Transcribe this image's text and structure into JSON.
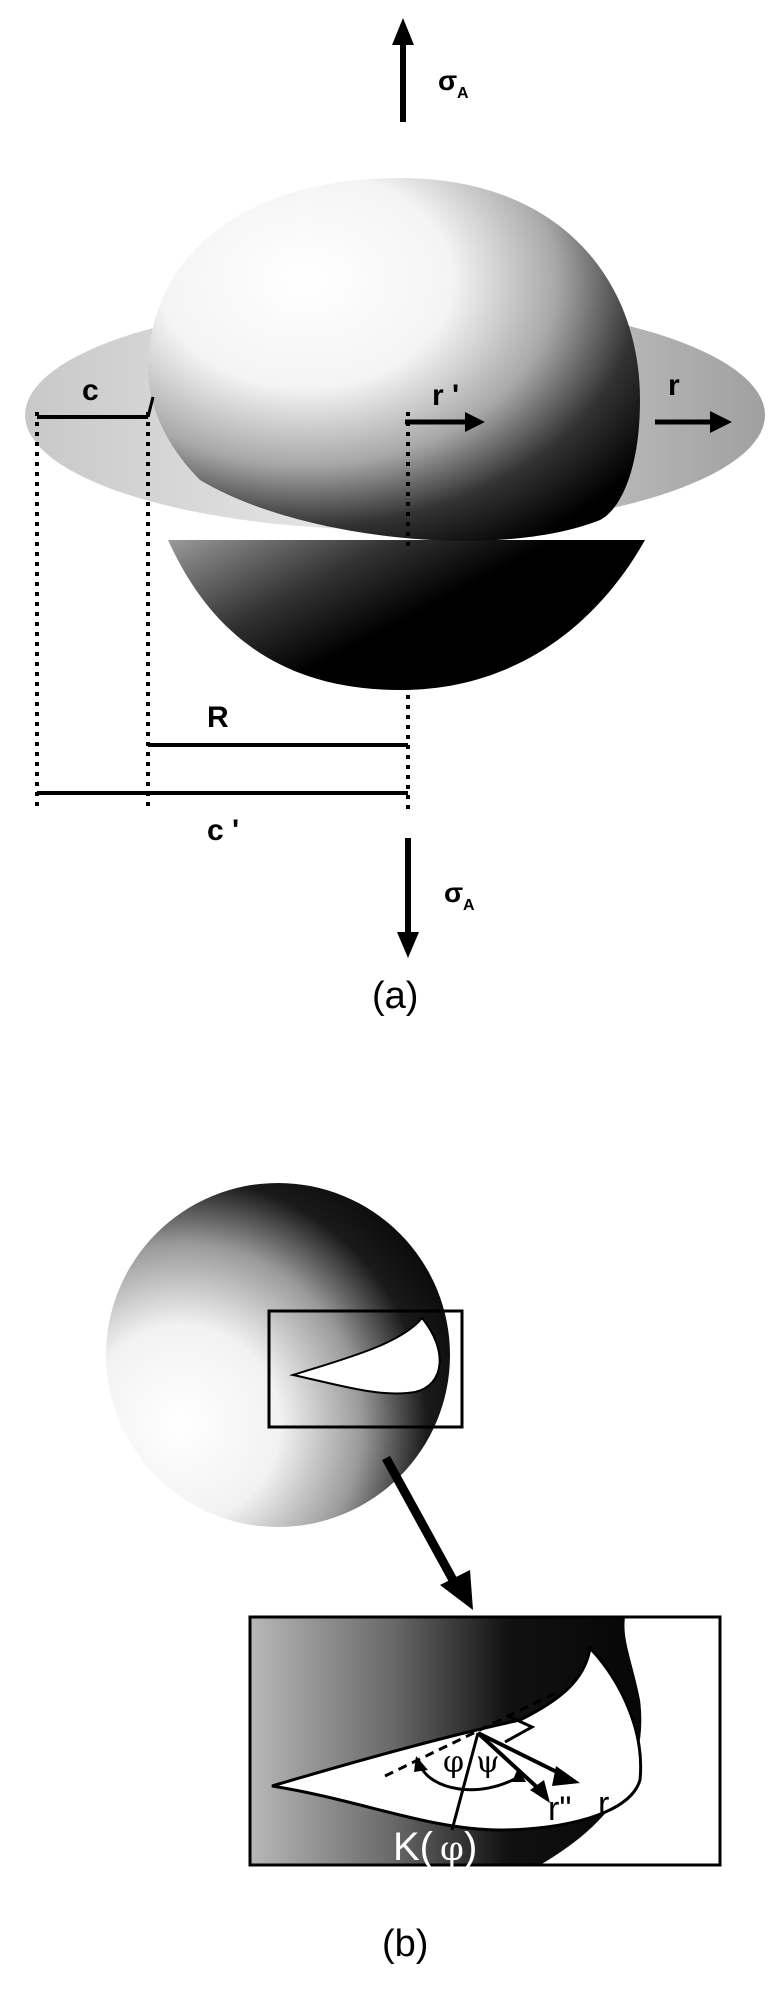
{
  "figure": {
    "panel_a": {
      "caption": "(a)",
      "stress_top": {
        "symbol": "σ",
        "subscript": "A"
      },
      "stress_bottom": {
        "symbol": "σ",
        "subscript": "A"
      },
      "labels": {
        "c": "c",
        "r_prime": "r '",
        "r": "r",
        "R": "R",
        "c_prime": "c '"
      }
    },
    "panel_b": {
      "caption": "(b)",
      "labels": {
        "phi": "φ",
        "psi": "ψ",
        "r_double_prime": "r\"",
        "r": "r",
        "K": "K(",
        "K_phi": "φ",
        "K_close": ")"
      }
    },
    "colors": {
      "ink": "#000000",
      "background": "#ffffff",
      "light_gray": "#c8c8c8",
      "mid_gray": "#8a8a8a",
      "dark": "#111111"
    }
  }
}
